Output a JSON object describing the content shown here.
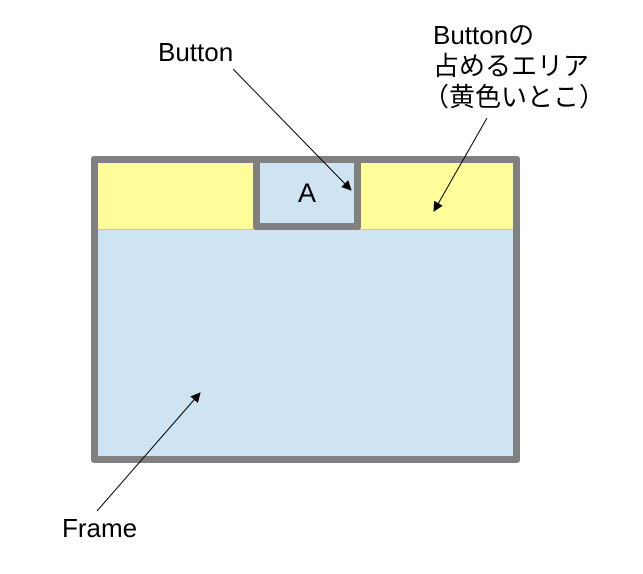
{
  "diagram": {
    "frame": {
      "label": "Frame",
      "fill": "#cfe4f3",
      "border": "#808080"
    },
    "button_area": {
      "fill": "#fffd9a"
    },
    "button": {
      "text": "A",
      "label": "Button",
      "fill": "#cfe4f3",
      "border": "#808080"
    },
    "annotations": {
      "button": "Button",
      "area_line1": "Buttonの",
      "area_line2": "占めるエリア",
      "area_line3": "（黄色いとこ）",
      "frame": "Frame"
    }
  }
}
